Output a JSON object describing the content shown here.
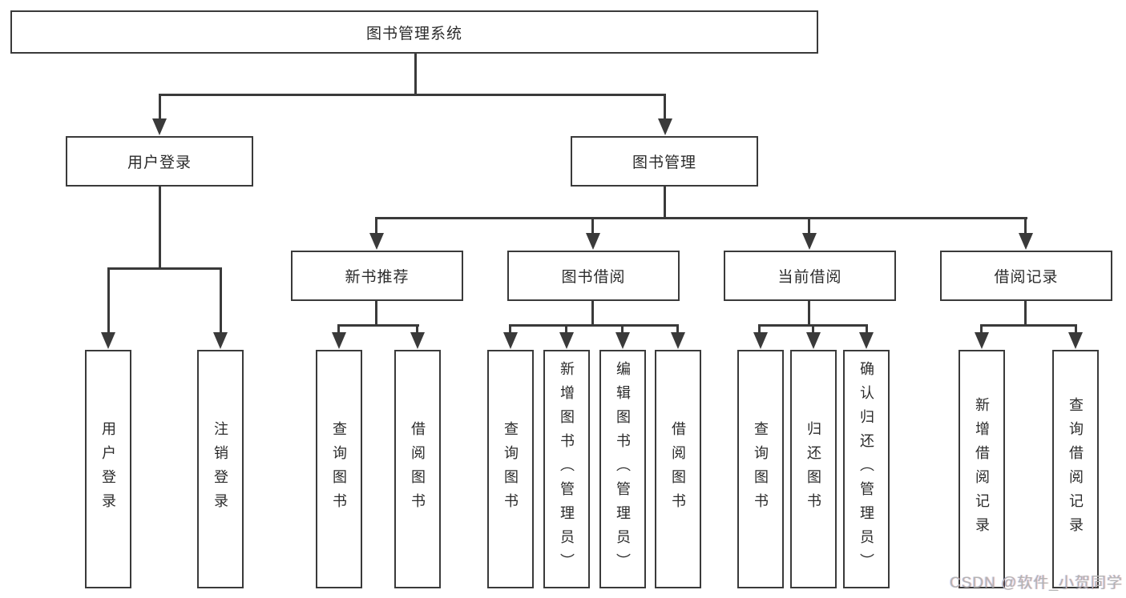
{
  "diagram": {
    "root": {
      "label": "图书管理系统"
    },
    "branches": [
      {
        "label": "用户登录",
        "children": [
          {
            "label": "用户登录"
          },
          {
            "label": "注销登录"
          }
        ]
      },
      {
        "label": "图书管理",
        "children": [
          {
            "label": "新书推荐",
            "children": [
              {
                "label": "查询图书"
              },
              {
                "label": "借阅图书"
              }
            ]
          },
          {
            "label": "图书借阅",
            "children": [
              {
                "label": "查询图书"
              },
              {
                "label": "新增图书（管理员）"
              },
              {
                "label": "编辑图书（管理员）"
              },
              {
                "label": "借阅图书"
              }
            ]
          },
          {
            "label": "当前借阅",
            "children": [
              {
                "label": "查询图书"
              },
              {
                "label": "归还图书"
              },
              {
                "label": "确认归还（管理员）"
              }
            ]
          },
          {
            "label": "借阅记录",
            "children": [
              {
                "label": "新增借阅记录"
              },
              {
                "label": "查询借阅记录"
              }
            ]
          }
        ]
      }
    ],
    "watermark": "CSDN @软件_小贺同学",
    "colors": {
      "line": "#3a3a3a",
      "text": "#2b2b2b",
      "watermark": "#b3b3b3",
      "background": "#ffffff"
    }
  }
}
